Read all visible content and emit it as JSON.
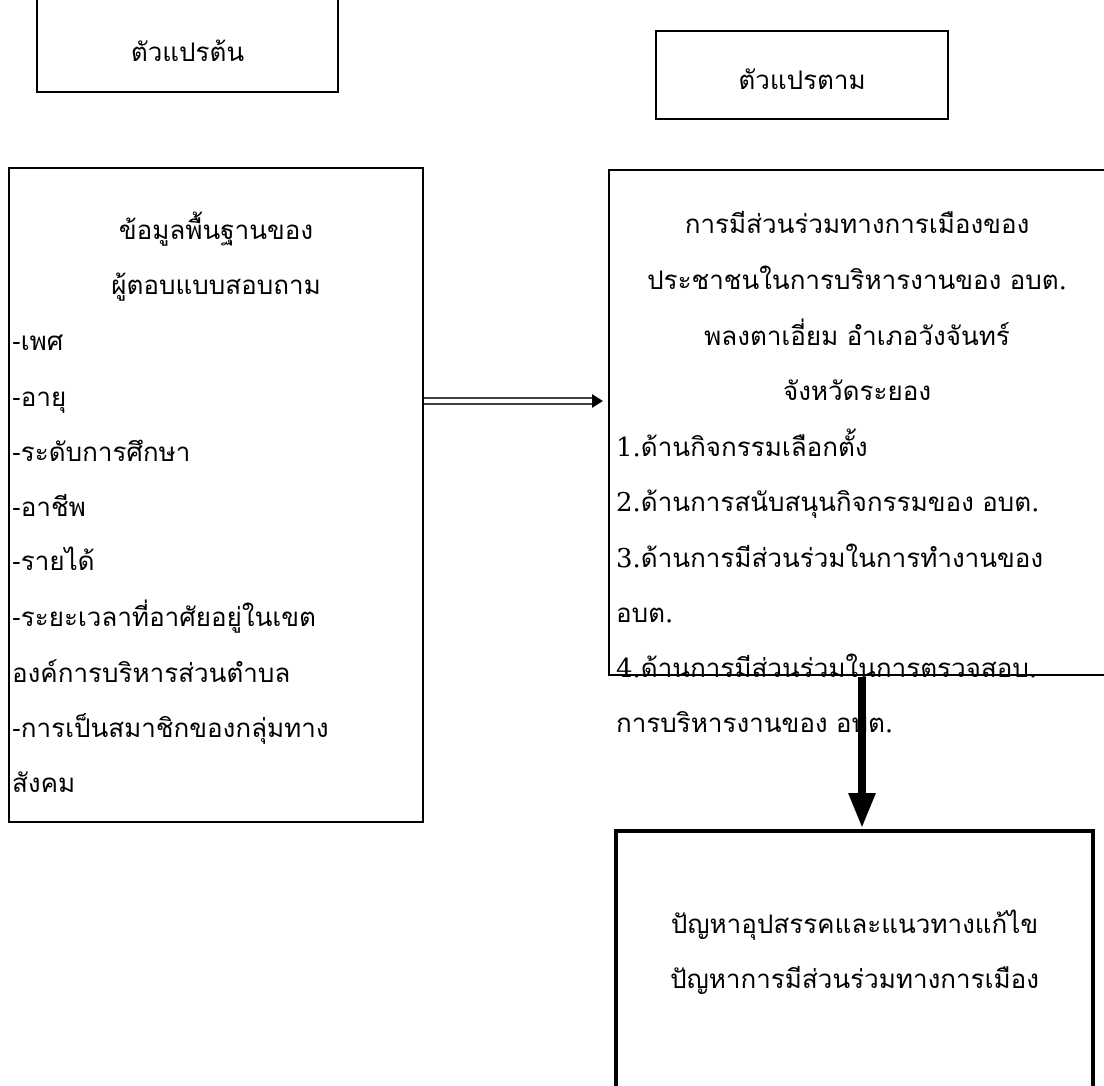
{
  "independent": {
    "label": "ตัวแปรต้น"
  },
  "dependent": {
    "label": "ตัวแปรตาม"
  },
  "respondent": {
    "title_1": "ข้อมูลพื้นฐานของ",
    "title_2": "ผู้ตอบแบบสอบถาม",
    "items": [
      "-เพศ",
      "-อายุ",
      "-ระดับการศึกษา",
      "-อาชีพ",
      "-รายได้",
      "-ระยะเวลาที่อาศัยอยู่ในเขต",
      " องค์การบริหารส่วนตำบล",
      "-การเป็นสมาชิกของกลุ่มทาง",
      " สังคม"
    ]
  },
  "participation": {
    "title": [
      "การมีส่วนร่วมทางการเมืองของ",
      "ประชาชนในการบริหารงานของ อบต.",
      "พลงตาเอี่ยม อำเภอวังจันทร์",
      "จังหวัดระยอง"
    ],
    "items": [
      "1.ด้านกิจกรรมเลือกตั้ง",
      "2.ด้านการสนับสนุนกิจกรรมของ อบต.",
      "3.ด้านการมีส่วนร่วมในการทำงานของ",
      " อบต.",
      "4.ด้านการมีส่วนร่วมในการตรวจสอบ.",
      " การบริหารงานของ อบต."
    ]
  },
  "problems": {
    "line_1": "ปัญหาอุปสรรคและแนวทางแก้ไข",
    "line_2": "ปัญหาการมีส่วนร่วมทางการเมือง"
  }
}
